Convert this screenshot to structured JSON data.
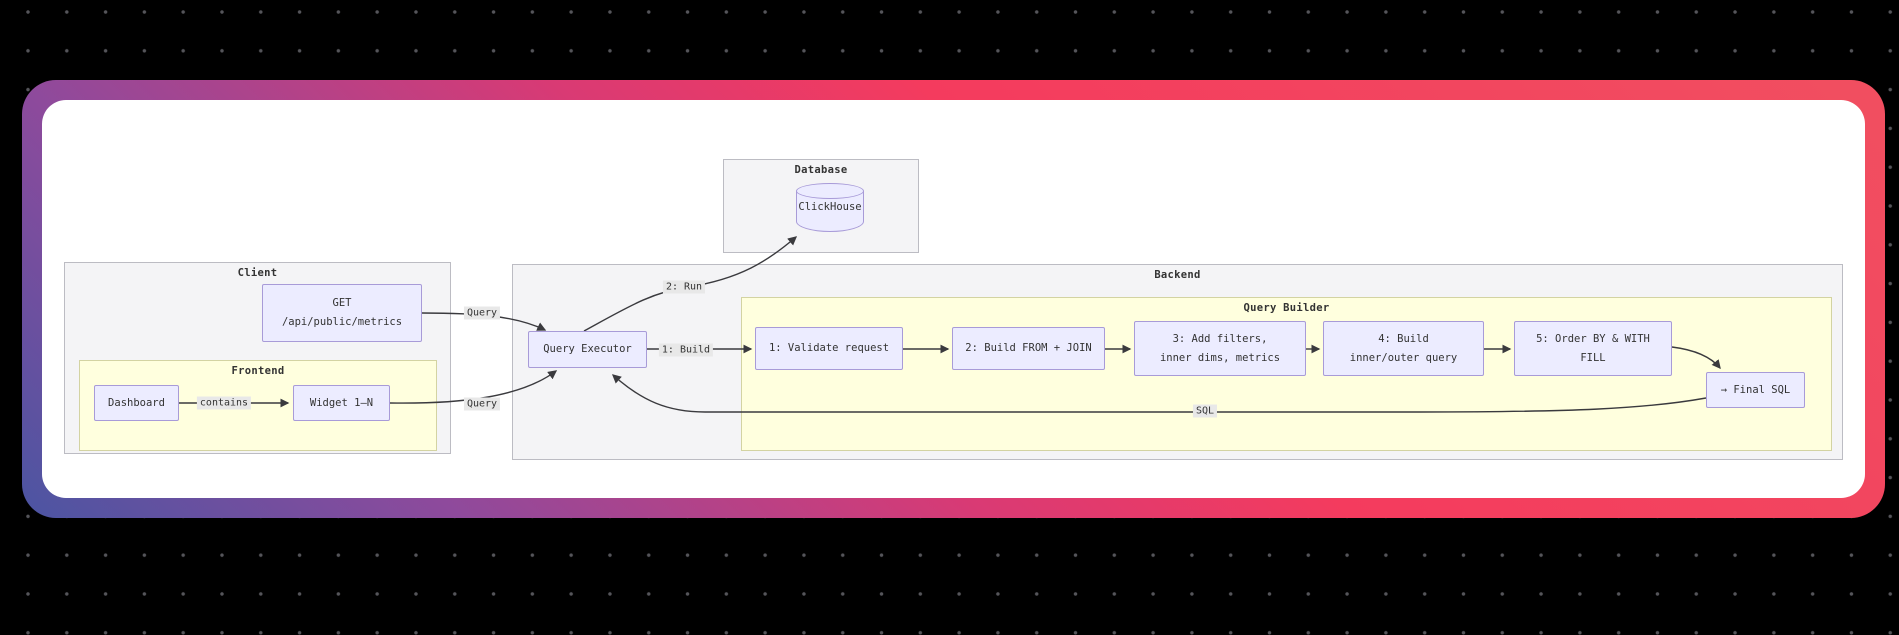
{
  "diagram": {
    "clusters": {
      "database": {
        "title": "Database"
      },
      "client": {
        "title": "Client"
      },
      "frontend": {
        "title": "Frontend"
      },
      "backend": {
        "title": "Backend"
      },
      "query_builder": {
        "title": "Query Builder"
      }
    },
    "nodes": {
      "clickhouse": {
        "label": "ClickHouse"
      },
      "get_api": {
        "line1": "GET",
        "line2": "/api/public/metrics"
      },
      "dashboard": {
        "label": "Dashboard"
      },
      "widget": {
        "label": "Widget 1–N"
      },
      "query_executor": {
        "label": "Query Executor"
      },
      "step1": {
        "label": "1: Validate request"
      },
      "step2": {
        "label": "2: Build FROM + JOIN"
      },
      "step3": {
        "line1": "3: Add filters,",
        "line2": "inner dims, metrics"
      },
      "step4": {
        "line1": "4: Build",
        "line2": "inner/outer query"
      },
      "step5": {
        "line1": "5: Order BY & WITH",
        "line2": "FILL"
      },
      "final_sql": {
        "label": "→ Final SQL"
      }
    },
    "edge_labels": {
      "query_get": "Query",
      "query_widget": "Query",
      "run": "2: Run",
      "build": "1: Build",
      "sql": "SQL",
      "contains": "contains"
    }
  },
  "colors": {
    "page_bg": "#000000",
    "dot": "#55555a",
    "card_bg": "#ffffff",
    "node_fill": "#ECECFF",
    "node_border": "#a89bd8",
    "cluster_fill": "#f4f4f6",
    "cluster_border": "#bcbcc3",
    "cluster_alt_fill": "#ffffde",
    "cluster_alt_border": "#d3d3a2",
    "edge_stroke": "#3a3a3e",
    "edge_label_bg": "#e8e8e8",
    "text": "#333333"
  },
  "frame_gradient": [
    "#4b55a2",
    "#8e4a9c",
    "#d93a74",
    "#f43b5e",
    "#f14f60"
  ]
}
